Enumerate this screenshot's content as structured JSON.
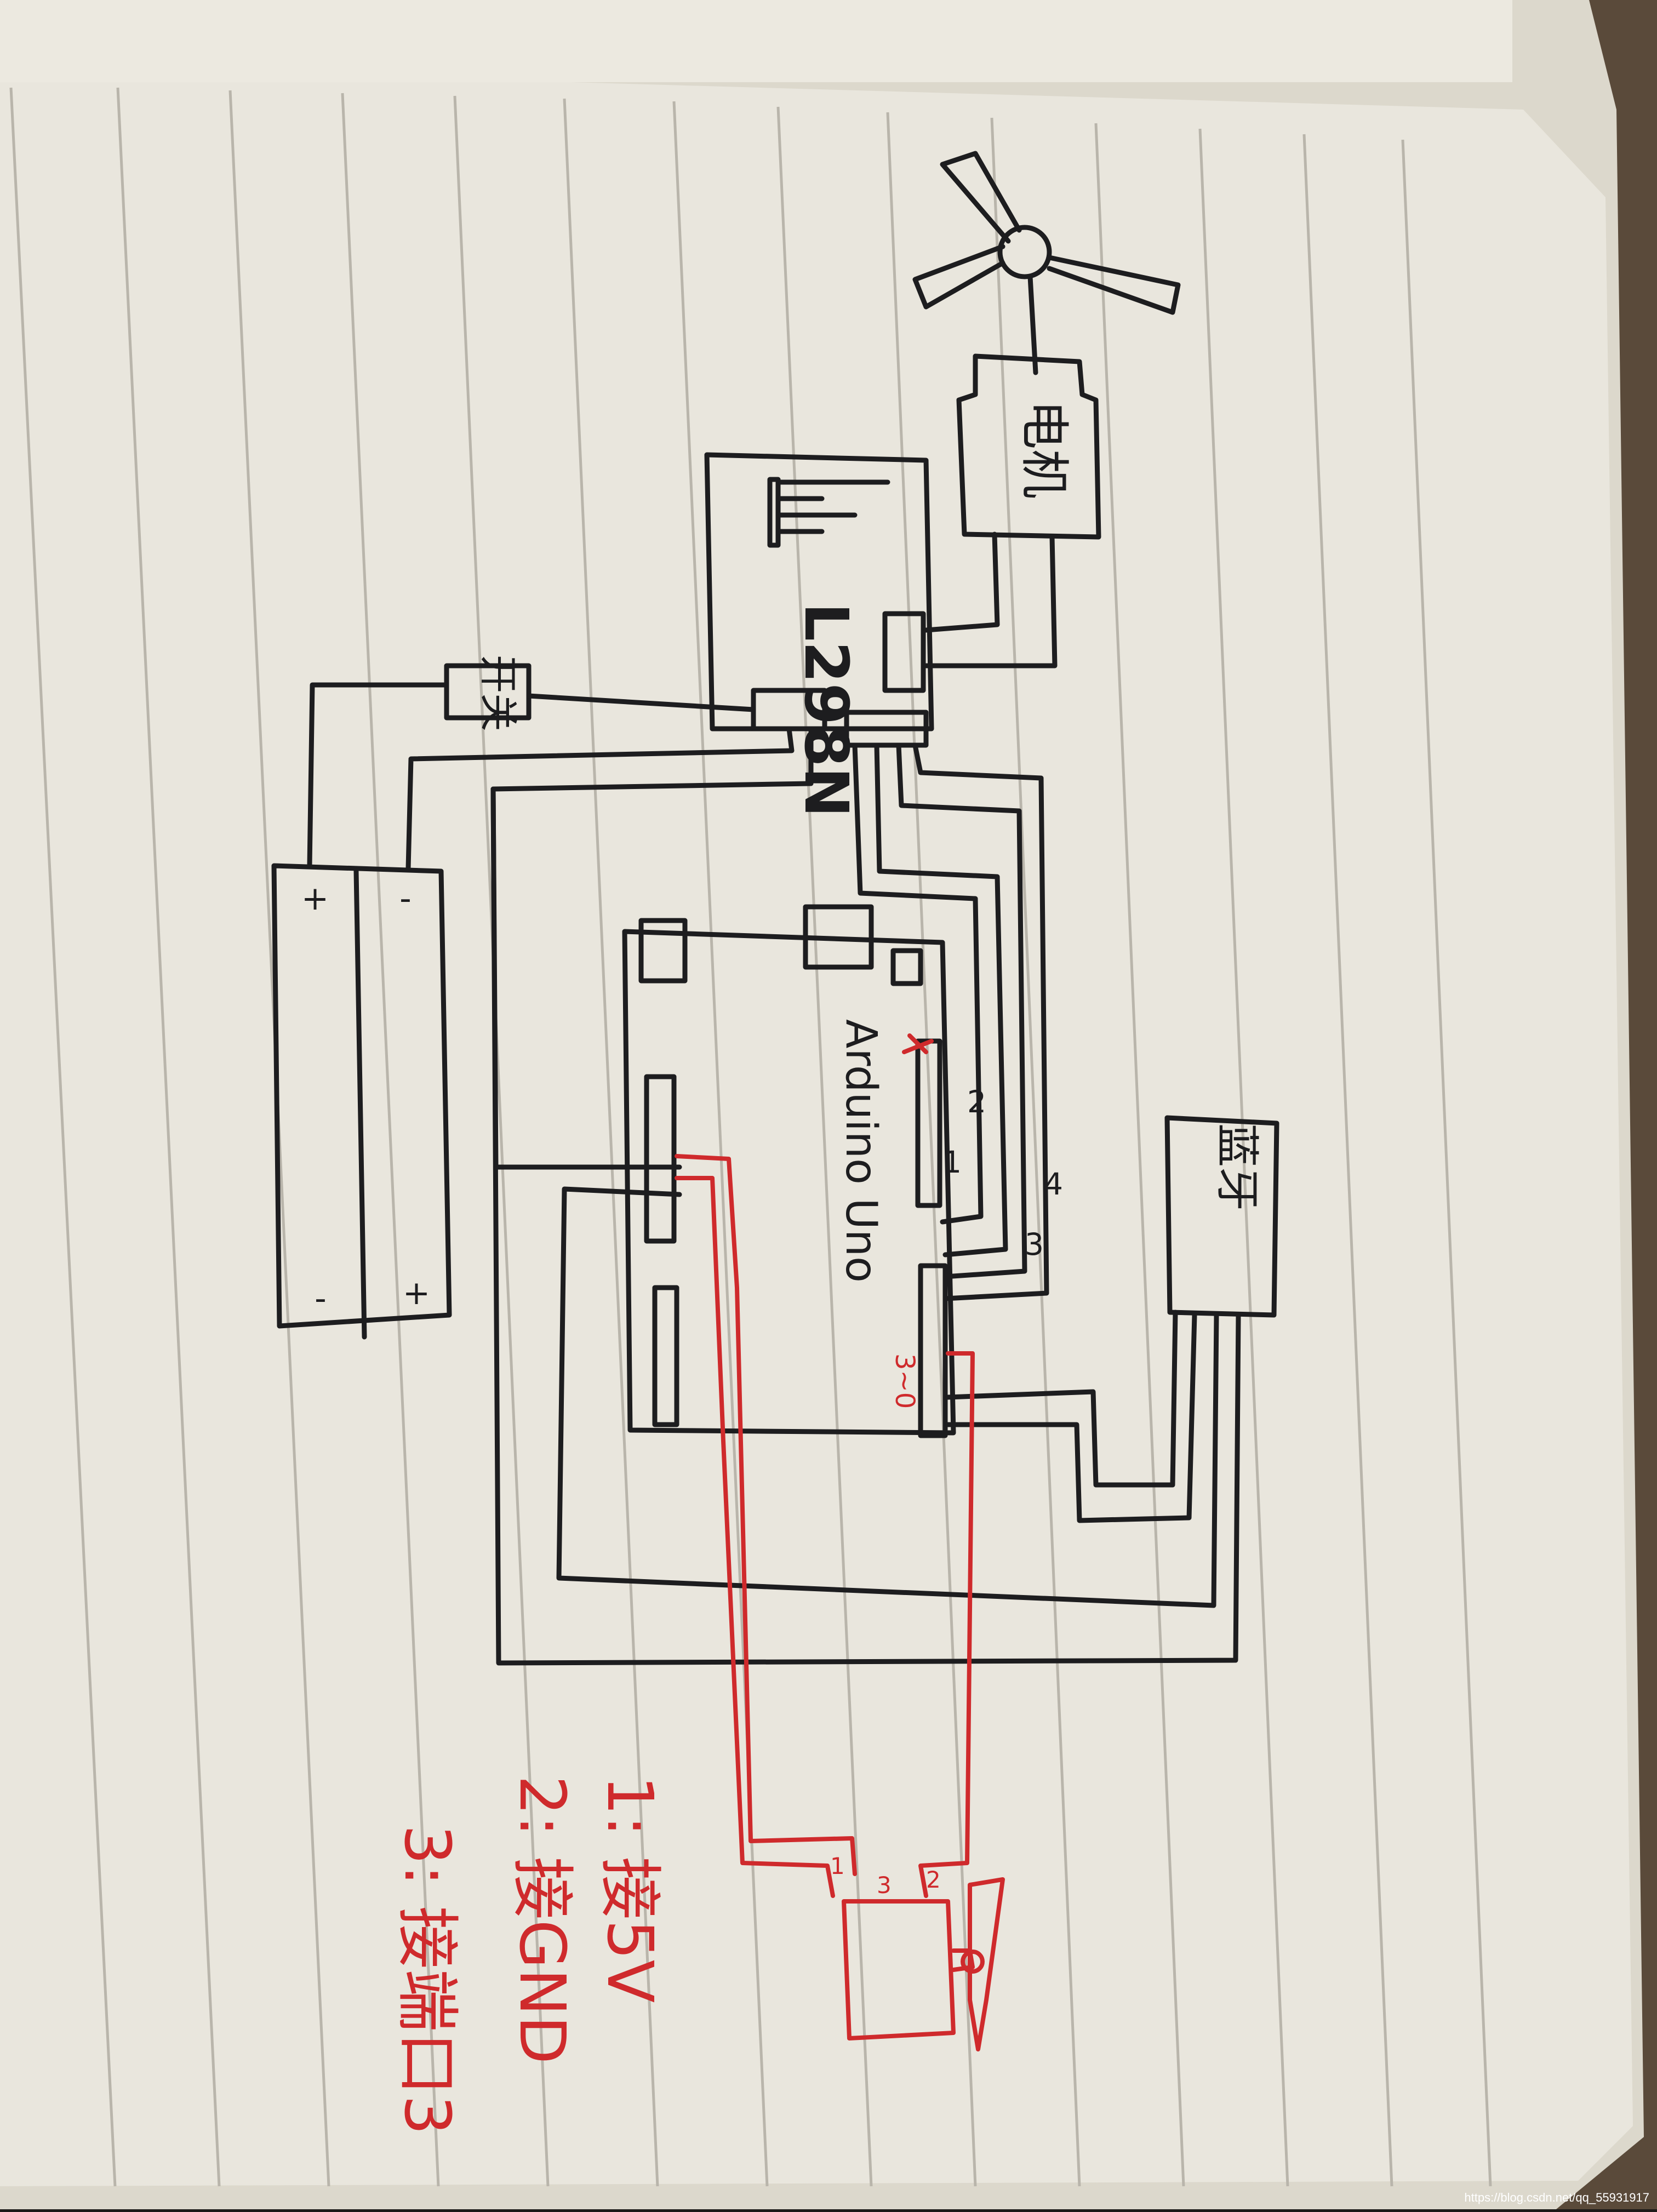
{
  "diagram": {
    "components": {
      "driver": "L298N",
      "motor": "电机",
      "switch": "开关",
      "arduino": "Arduino Uno",
      "bluetooth": "蓝牙",
      "battery_plus": "+",
      "battery_minus": "-"
    },
    "labels": {
      "pin_2": "2",
      "pin_3": "3",
      "pin_4": "4",
      "pin_1": "1",
      "arduino_pins": "3~0",
      "servo_pin_1": "1",
      "servo_pin_2": "2",
      "servo_pin_3": "3"
    },
    "legend": [
      "1: 接5V",
      "2: 接GND",
      "3: 接端口3"
    ]
  },
  "watermark": "https://blog.csdn.net/qq_55931917",
  "colors": {
    "paper": "#e9e6dd",
    "ink": "#1d1d1f",
    "red_ink": "#cf2a2c"
  }
}
